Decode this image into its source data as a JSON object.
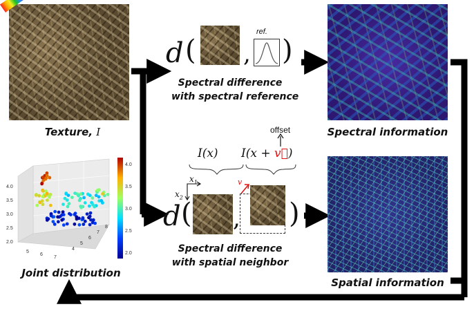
{
  "texture": {
    "caption_prefix": "Texture, ",
    "caption_symbol": "I"
  },
  "spectral_diff": {
    "d_symbol": "d",
    "ref_label": "ref.",
    "caption_line1": "Spectral difference",
    "caption_line2": "with spectral reference"
  },
  "spatial_diff": {
    "d_symbol": "d",
    "label_ix": "I(x)",
    "label_ixv_prefix": "I(x + ",
    "label_ixv_vector": "v⃗",
    "label_ixv_suffix": ")",
    "offset_label": "offset",
    "axis_x1": "x",
    "axis_x1_sub": "1",
    "axis_x2": "x",
    "axis_x2_sub": "2",
    "shift_label": "v",
    "caption_line1": "Spectral difference",
    "caption_line2": "with spatial neighbor"
  },
  "outputs": {
    "spectral_caption": "Spectral information",
    "spatial_caption": "Spatial information"
  },
  "joint": {
    "caption": "Joint distribution",
    "colorbar_ticks": [
      "4.0",
      "3.5",
      "3.0",
      "2.5",
      "2.0"
    ],
    "z_ticks": [
      "4.0",
      "3.5",
      "3.0",
      "2.5",
      "2.0"
    ],
    "x_ticks": [
      "5",
      "6",
      "7"
    ],
    "y_ticks": [
      "4",
      "5",
      "6",
      "7",
      "8"
    ]
  },
  "colors": {
    "arrow": "#000000",
    "offset_red": "#e01010",
    "spectral_map": "#3a1f8a",
    "spatial_map": "#2a2a7a"
  }
}
